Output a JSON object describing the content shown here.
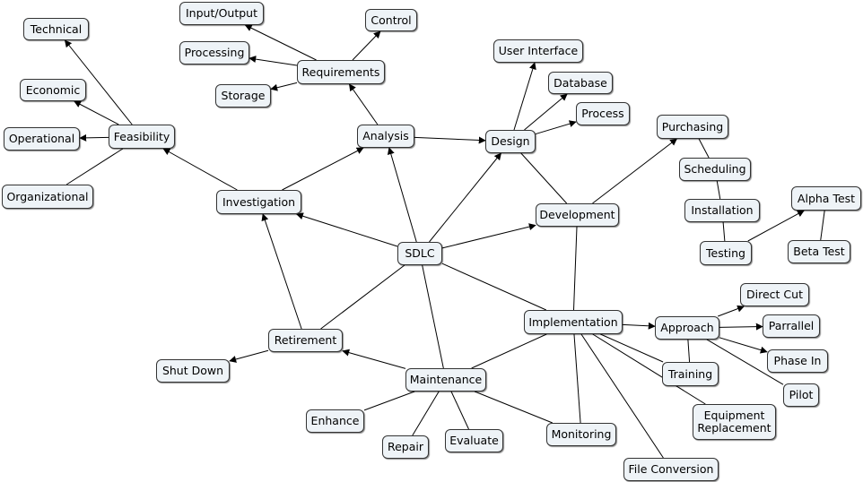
{
  "nodes": {
    "sdlc": "SDLC",
    "investigation": "Investigation",
    "feasibility": "Feasibility",
    "technical": "Technical",
    "economic": "Economic",
    "operational": "Operational",
    "organizational": "Organizational",
    "analysis": "Analysis",
    "requirements": "Requirements",
    "input_output": "Input/Output",
    "control": "Control",
    "processing": "Processing",
    "storage": "Storage",
    "design": "Design",
    "user_interface": "User Interface",
    "database": "Database",
    "process": "Process",
    "development": "Development",
    "purchasing": "Purchasing",
    "scheduling": "Scheduling",
    "installation": "Installation",
    "testing": "Testing",
    "alpha_test": "Alpha Test",
    "beta_test": "Beta Test",
    "implementation": "Implementation",
    "approach": "Approach",
    "direct_cut": "Direct Cut",
    "parrallel": "Parrallel",
    "phase_in": "Phase In",
    "pilot": "Pilot",
    "training": "Training",
    "equipment_replacement": "Equipment Replacement",
    "file_conversion": "File Conversion",
    "monitoring": "Monitoring",
    "maintenance": "Maintenance",
    "enhance": "Enhance",
    "repair": "Repair",
    "evaluate": "Evaluate",
    "retirement": "Retirement",
    "shut_down": "Shut Down"
  },
  "edges": [
    {
      "from": "sdlc",
      "to": "investigation",
      "arrow": true
    },
    {
      "from": "sdlc",
      "to": "analysis",
      "arrow": true
    },
    {
      "from": "sdlc",
      "to": "design",
      "arrow": true
    },
    {
      "from": "sdlc",
      "to": "development",
      "arrow": true
    },
    {
      "from": "sdlc",
      "to": "implementation",
      "arrow": false
    },
    {
      "from": "sdlc",
      "to": "maintenance",
      "arrow": false
    },
    {
      "from": "sdlc",
      "to": "retirement",
      "arrow": false
    },
    {
      "from": "investigation",
      "to": "feasibility",
      "arrow": true
    },
    {
      "from": "investigation",
      "to": "analysis",
      "arrow": true
    },
    {
      "from": "feasibility",
      "to": "technical",
      "arrow": true
    },
    {
      "from": "feasibility",
      "to": "economic",
      "arrow": true
    },
    {
      "from": "feasibility",
      "to": "operational",
      "arrow": true
    },
    {
      "from": "feasibility",
      "to": "organizational",
      "arrow": false
    },
    {
      "from": "analysis",
      "to": "requirements",
      "arrow": true
    },
    {
      "from": "analysis",
      "to": "design",
      "arrow": true
    },
    {
      "from": "requirements",
      "to": "input_output",
      "arrow": true
    },
    {
      "from": "requirements",
      "to": "control",
      "arrow": true
    },
    {
      "from": "requirements",
      "to": "processing",
      "arrow": true
    },
    {
      "from": "requirements",
      "to": "storage",
      "arrow": true
    },
    {
      "from": "design",
      "to": "user_interface",
      "arrow": true
    },
    {
      "from": "design",
      "to": "database",
      "arrow": true
    },
    {
      "from": "design",
      "to": "process",
      "arrow": true
    },
    {
      "from": "design",
      "to": "development",
      "arrow": false
    },
    {
      "from": "development",
      "to": "purchasing",
      "arrow": true
    },
    {
      "from": "development",
      "to": "implementation",
      "arrow": false
    },
    {
      "from": "purchasing",
      "to": "scheduling",
      "arrow": false
    },
    {
      "from": "scheduling",
      "to": "installation",
      "arrow": false
    },
    {
      "from": "installation",
      "to": "testing",
      "arrow": false
    },
    {
      "from": "testing",
      "to": "alpha_test",
      "arrow": true
    },
    {
      "from": "alpha_test",
      "to": "beta_test",
      "arrow": false
    },
    {
      "from": "implementation",
      "to": "approach",
      "arrow": true
    },
    {
      "from": "implementation",
      "to": "training",
      "arrow": false
    },
    {
      "from": "implementation",
      "to": "equipment_replacement",
      "arrow": false
    },
    {
      "from": "implementation",
      "to": "file_conversion",
      "arrow": false
    },
    {
      "from": "implementation",
      "to": "monitoring",
      "arrow": false
    },
    {
      "from": "implementation",
      "to": "maintenance",
      "arrow": false
    },
    {
      "from": "approach",
      "to": "direct_cut",
      "arrow": true
    },
    {
      "from": "approach",
      "to": "parrallel",
      "arrow": true
    },
    {
      "from": "approach",
      "to": "phase_in",
      "arrow": true
    },
    {
      "from": "approach",
      "to": "pilot",
      "arrow": false
    },
    {
      "from": "approach",
      "to": "training",
      "arrow": false
    },
    {
      "from": "maintenance",
      "to": "retirement",
      "arrow": true
    },
    {
      "from": "maintenance",
      "to": "enhance",
      "arrow": false
    },
    {
      "from": "maintenance",
      "to": "repair",
      "arrow": false
    },
    {
      "from": "maintenance",
      "to": "evaluate",
      "arrow": false
    },
    {
      "from": "maintenance",
      "to": "monitoring",
      "arrow": false
    },
    {
      "from": "retirement",
      "to": "investigation",
      "arrow": true
    },
    {
      "from": "retirement",
      "to": "shut_down",
      "arrow": true
    }
  ]
}
